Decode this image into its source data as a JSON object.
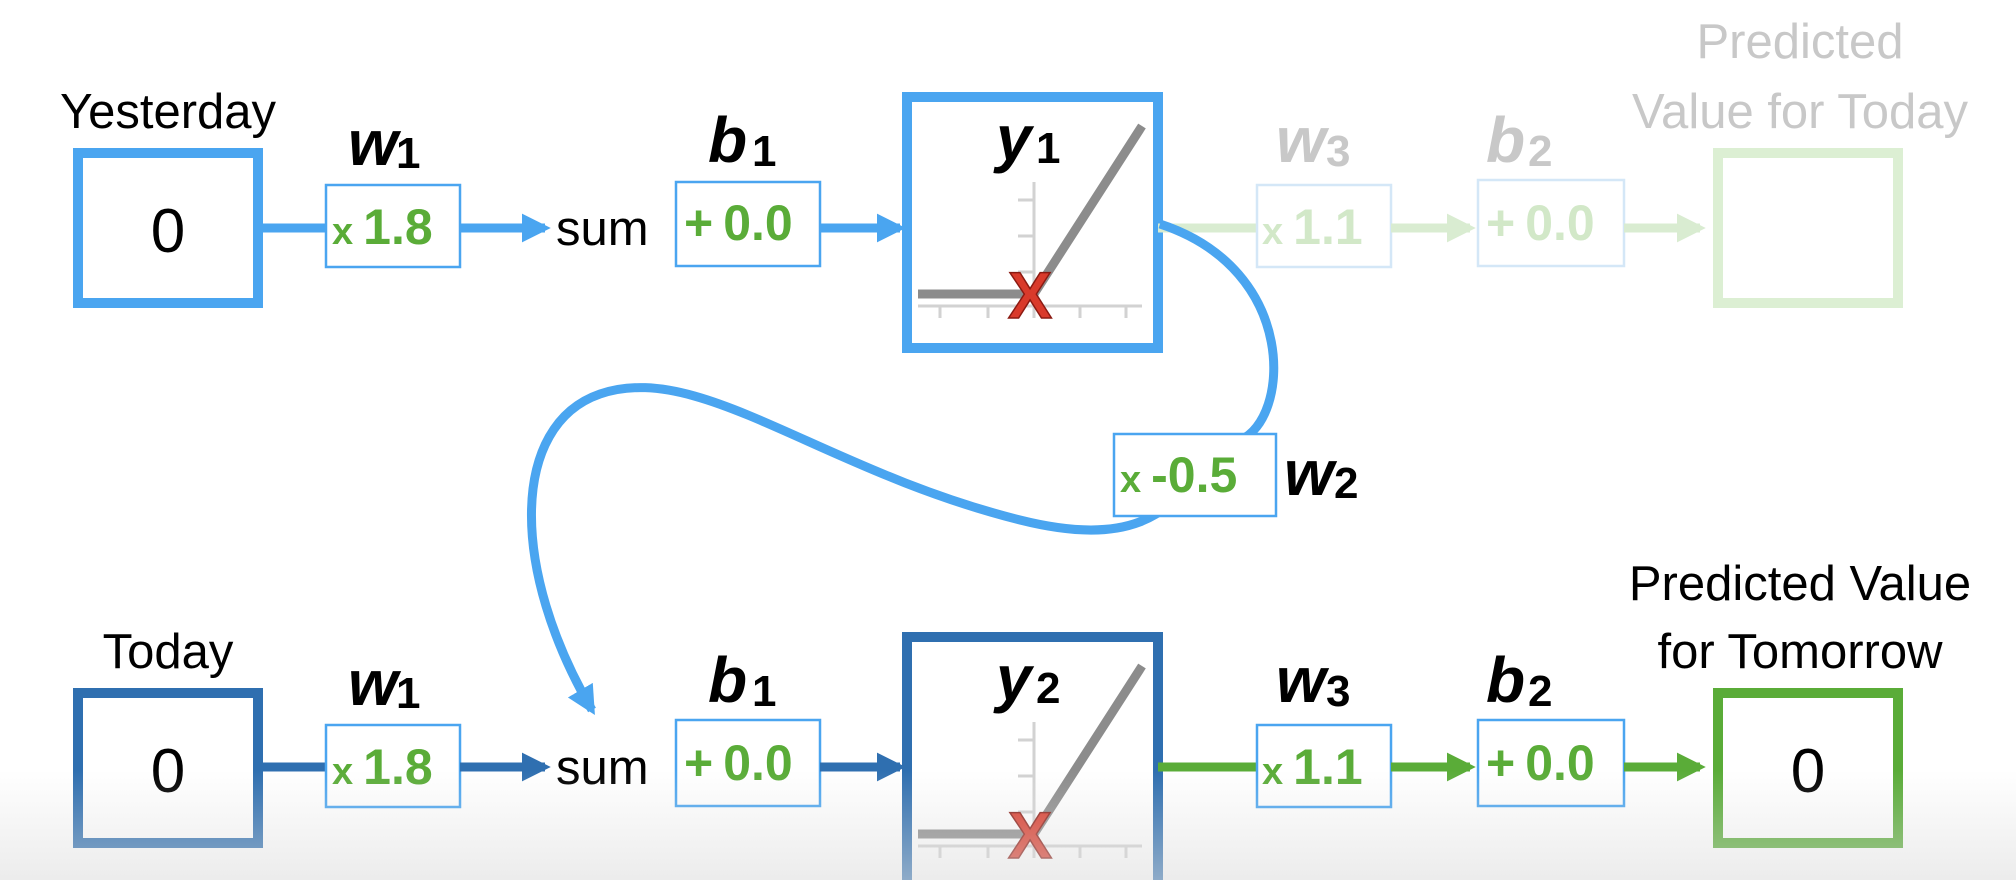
{
  "colors": {
    "blue_light": "#4aa5f0",
    "blue_dark": "#2f6fb0",
    "green": "#5aac38",
    "red": "#d93a2b",
    "gray": "#8c8c8c",
    "faded_text": "#bdbdbd"
  },
  "top_row": {
    "input_label": "Yesterday",
    "input_value": "0",
    "w1": {
      "symbol": "w",
      "subscript": "1",
      "op": "x",
      "value": "1.8"
    },
    "sum_label": "sum",
    "b1": {
      "symbol": "b",
      "subscript": "1",
      "op": "+",
      "value": "0.0"
    },
    "node": {
      "symbol": "y",
      "subscript": "1",
      "marker": "X"
    },
    "w3": {
      "symbol": "w",
      "subscript": "3",
      "op": "x",
      "value": "1.1"
    },
    "b2": {
      "symbol": "b",
      "subscript": "2",
      "op": "+",
      "value": "0.0"
    },
    "output_label_line1": "Predicted",
    "output_label_line2": "Value for Today"
  },
  "feedback": {
    "w2": {
      "symbol": "w",
      "subscript": "2",
      "op": "x",
      "value": "-0.5"
    }
  },
  "bottom_row": {
    "input_label": "Today",
    "input_value": "0",
    "w1": {
      "symbol": "w",
      "subscript": "1",
      "op": "x",
      "value": "1.8"
    },
    "sum_label": "sum",
    "b1": {
      "symbol": "b",
      "subscript": "1",
      "op": "+",
      "value": "0.0"
    },
    "node": {
      "symbol": "y",
      "subscript": "2",
      "marker": "X"
    },
    "w3": {
      "symbol": "w",
      "subscript": "3",
      "op": "x",
      "value": "1.1"
    },
    "b2": {
      "symbol": "b",
      "subscript": "2",
      "op": "+",
      "value": "0.0"
    },
    "output_label_line1": "Predicted Value",
    "output_label_line2": "for Tomorrow",
    "output_value": "0"
  }
}
